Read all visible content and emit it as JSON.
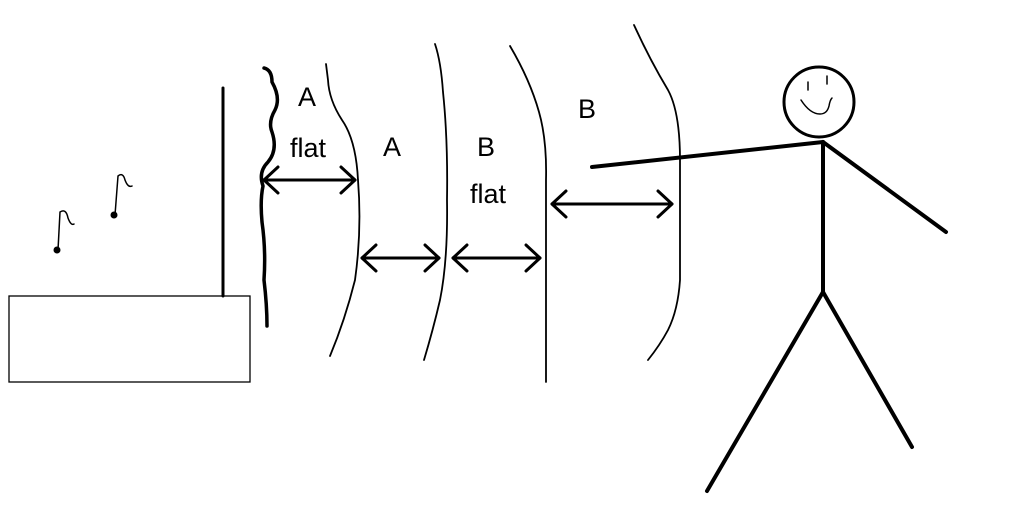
{
  "labels": {
    "a_flat_letter": "A",
    "a_flat_word": "flat",
    "a": "A",
    "b": "B",
    "b_flat_word": "flat",
    "b_top": "B"
  },
  "colors": {
    "ink": "#000000",
    "paper": "#ffffff"
  }
}
